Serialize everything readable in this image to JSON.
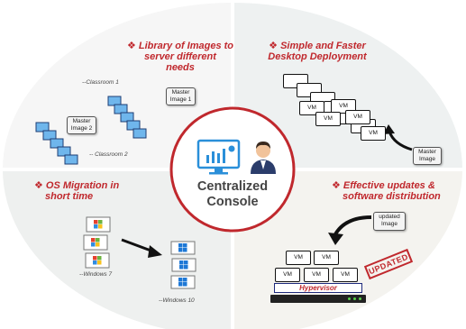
{
  "center": {
    "line1": "Centralized",
    "line2": "Console"
  },
  "quadrants": {
    "top_left": {
      "title_line1": "❖ Library of Images to",
      "title_line2": "server different",
      "title_line3": "needs",
      "classroom1": "--Classroom 1",
      "classroom2": "-- Classroom 2",
      "master1": "Master\nImage 1",
      "master2": "Master\nImage 2"
    },
    "top_right": {
      "title_line1": "❖ Simple and Faster",
      "title_line2": "Desktop Deployment",
      "vm_label": "VM",
      "master": "Master\nImage"
    },
    "bottom_left": {
      "title_line1": "❖ OS Migration in",
      "title_line2": "short time",
      "win7": "--Windows 7",
      "win10": "--Windows 10"
    },
    "bottom_right": {
      "title_line1": "❖ Effective  updates &",
      "title_line2": "software distribution",
      "updated_image": "updated\nImage",
      "vm_label": "VM",
      "hypervisor": "Hypervisor",
      "stamp": "UPDATED"
    }
  },
  "colors": {
    "accent_red": "#c0282d",
    "navy": "#1d2a7c",
    "monitor_blue": "#2a8fd9"
  }
}
